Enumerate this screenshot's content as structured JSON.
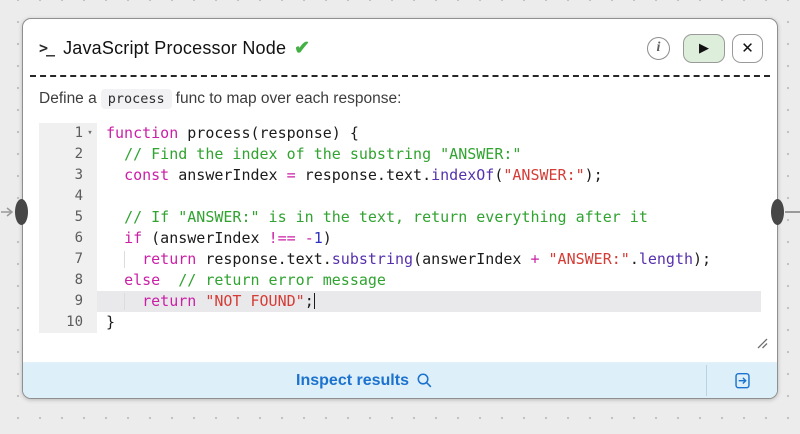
{
  "colors": {
    "keyword": "#cb1fa7",
    "comment": "#31a331",
    "string": "#d53c35",
    "func": "#5631ad",
    "number": "#2d2fbd",
    "accent": "#1b72cf",
    "check": "#45b045",
    "play_bg": "#ddeeda",
    "footer_bg": "#ddeff8"
  },
  "header": {
    "terminal_icon": ">_",
    "title": "JavaScript Processor Node",
    "check_icon": "✔",
    "info_icon": "i",
    "play_icon": "▶",
    "close_icon": "✕"
  },
  "description": {
    "prefix": "Define a",
    "code_term": "process",
    "suffix": "func to map over each response:"
  },
  "editor": {
    "active_line": 9,
    "lines": [
      {
        "num": 1,
        "fold": true,
        "tokens": [
          [
            "k",
            "function"
          ],
          [
            "p",
            " process(response) {"
          ]
        ]
      },
      {
        "num": 2,
        "tokens": [
          [
            "p",
            "  "
          ],
          [
            "c",
            "// Find the index of the substring \"ANSWER:\""
          ]
        ]
      },
      {
        "num": 3,
        "tokens": [
          [
            "p",
            "  "
          ],
          [
            "k",
            "const"
          ],
          [
            "p",
            " answerIndex "
          ],
          [
            "k",
            "="
          ],
          [
            "p",
            " response.text."
          ],
          [
            "f",
            "indexOf"
          ],
          [
            "p",
            "("
          ],
          [
            "s",
            "\"ANSWER:\""
          ],
          [
            "p",
            ");"
          ]
        ]
      },
      {
        "num": 4,
        "tokens": []
      },
      {
        "num": 5,
        "tokens": [
          [
            "p",
            "  "
          ],
          [
            "c",
            "// If \"ANSWER:\" is in the text, return everything after it"
          ]
        ]
      },
      {
        "num": 6,
        "tokens": [
          [
            "p",
            "  "
          ],
          [
            "k",
            "if"
          ],
          [
            "p",
            " (answerIndex "
          ],
          [
            "k",
            "!=="
          ],
          [
            "p",
            " "
          ],
          [
            "k",
            "-"
          ],
          [
            "n",
            "1"
          ],
          [
            "p",
            ")"
          ]
        ]
      },
      {
        "num": 7,
        "guide": true,
        "tokens": [
          [
            "p",
            "    "
          ],
          [
            "k",
            "return"
          ],
          [
            "p",
            " response.text."
          ],
          [
            "f",
            "substring"
          ],
          [
            "p",
            "(answerIndex "
          ],
          [
            "k",
            "+"
          ],
          [
            "p",
            " "
          ],
          [
            "s",
            "\"ANSWER:\""
          ],
          [
            "p",
            "."
          ],
          [
            "f",
            "length"
          ],
          [
            "p",
            ");"
          ]
        ]
      },
      {
        "num": 8,
        "tokens": [
          [
            "p",
            "  "
          ],
          [
            "k",
            "else"
          ],
          [
            "p",
            "  "
          ],
          [
            "c",
            "// return error message"
          ]
        ]
      },
      {
        "num": 9,
        "active": true,
        "cursor": true,
        "guide": true,
        "tokens": [
          [
            "p",
            "    "
          ],
          [
            "k",
            "return"
          ],
          [
            "p",
            " "
          ],
          [
            "s",
            "\"NOT FOUND\""
          ],
          [
            "p",
            ";"
          ]
        ]
      },
      {
        "num": 10,
        "tokens": [
          [
            "p",
            "}"
          ]
        ]
      }
    ]
  },
  "footer": {
    "inspect_label": "Inspect results"
  }
}
